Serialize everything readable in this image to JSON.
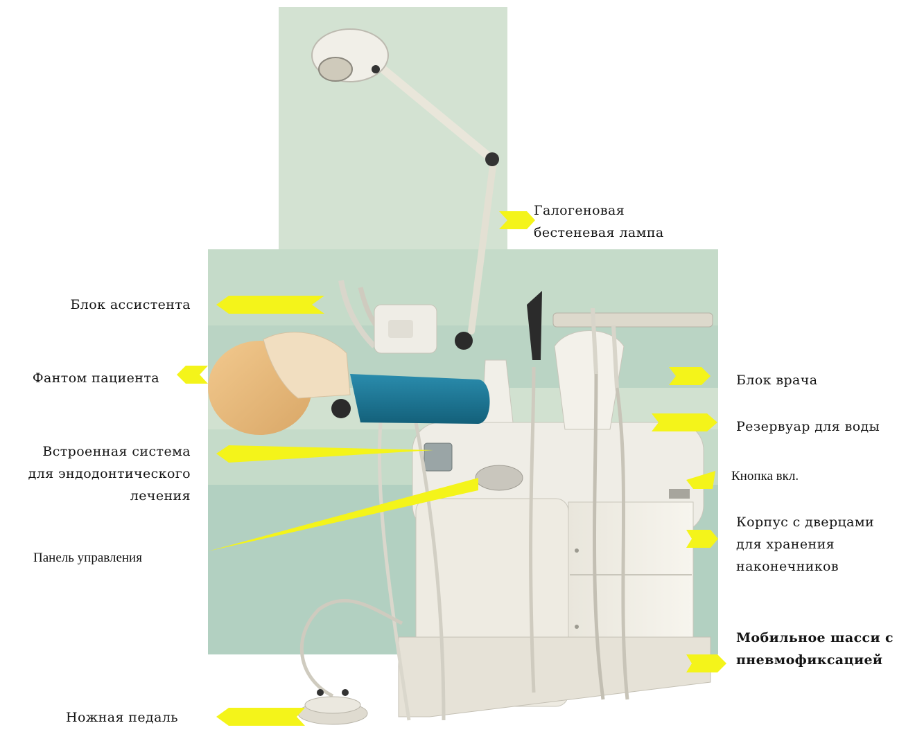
{
  "colors": {
    "background_panel": "#c9dccb",
    "band_light": "#d8e6d6",
    "band_teal": "#9fc7b8",
    "arrow": "#f4f41a",
    "text": "#141414"
  },
  "labels": {
    "lamp": "Галогеновая\nбестеневая лампа",
    "assistant_block": "Блок ассистента",
    "patient_phantom": "Фантом пациента",
    "endo_system": "Встроенная система\nдля эндодонтического\nлечения",
    "control_panel": "Панель управления",
    "foot_pedal": "Ножная педаль",
    "doctor_block": "Блок врача",
    "water_reservoir": "Резервуар для воды",
    "power_button": "Кнопка вкл.",
    "cabinet": "Корпус с дверцами\nдля хранения\nнаконечников",
    "mobile_chassis": "Мобильное шасси с\nпневмофиксацией"
  },
  "icons": {
    "pointer": "yellow-arrow-icon",
    "lamp": "halogen-lamp-icon",
    "phantom": "phantom-head-icon",
    "pedal": "foot-pedal-icon"
  }
}
